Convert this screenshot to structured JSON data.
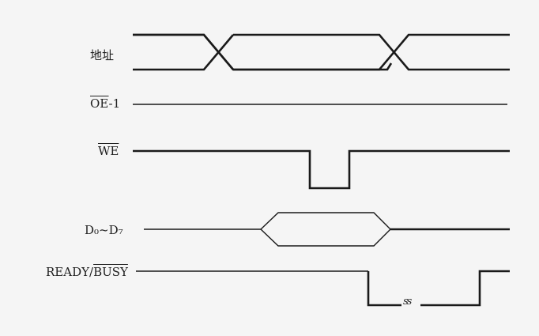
{
  "signals": {
    "address": {
      "label": "地址"
    },
    "oe": {
      "label_bar": "OE",
      "label_suffix": "-1"
    },
    "we": {
      "label_bar": "WE"
    },
    "data": {
      "label": "D₀~D₇"
    },
    "ready": {
      "label_plain": "READY/",
      "label_bar": "BUSY"
    }
  },
  "break_mark": "ss"
}
